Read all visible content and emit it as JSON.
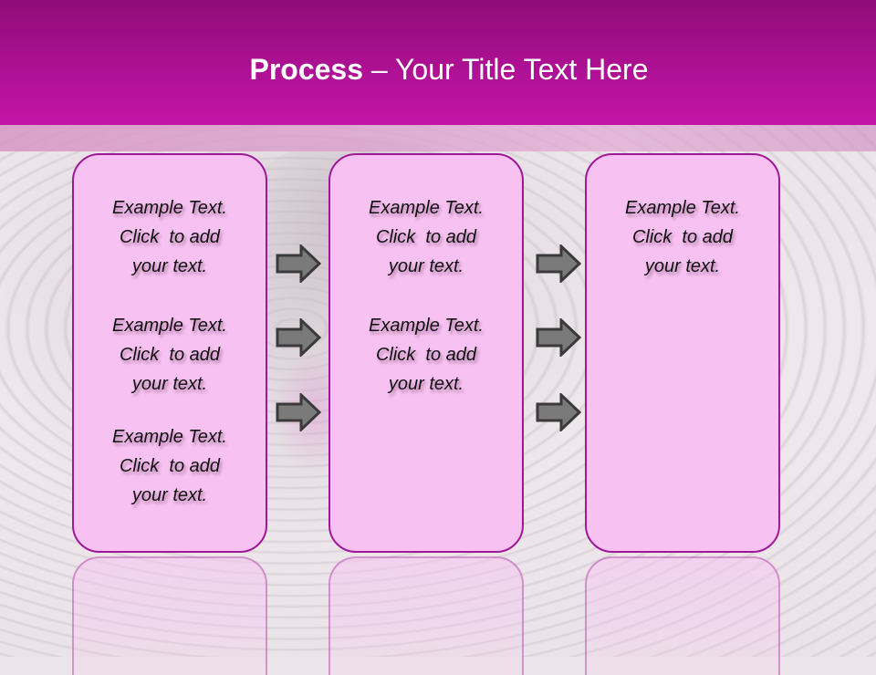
{
  "slide": {
    "title_bold": "Process",
    "title_rest": " – Your Title Text Here",
    "colors": {
      "header_top": "#8e0c78",
      "header_bottom": "#c414a8",
      "box_fill": "#f7c2f1",
      "box_border": "#a01898",
      "arrow_fill": "#7a7a7a",
      "arrow_stroke": "#3a3a3a"
    }
  },
  "columns": [
    {
      "items": [
        {
          "line1": "Example Text.",
          "line2": "Click  to add",
          "line3": "your text."
        },
        {
          "line1": "Example Text.",
          "line2": "Click  to add",
          "line3": "your text."
        },
        {
          "line1": "Example Text.",
          "line2": "Click  to add",
          "line3": "your text."
        }
      ]
    },
    {
      "items": [
        {
          "line1": "Example Text.",
          "line2": "Click  to add",
          "line3": "your text."
        },
        {
          "line1": "Example Text.",
          "line2": "Click  to add",
          "line3": "your text."
        }
      ]
    },
    {
      "items": [
        {
          "line1": "Example Text.",
          "line2": "Click  to add",
          "line3": "your text."
        }
      ]
    }
  ],
  "arrows": {
    "icon": "right-arrow-icon",
    "count_per_gap": 3
  }
}
